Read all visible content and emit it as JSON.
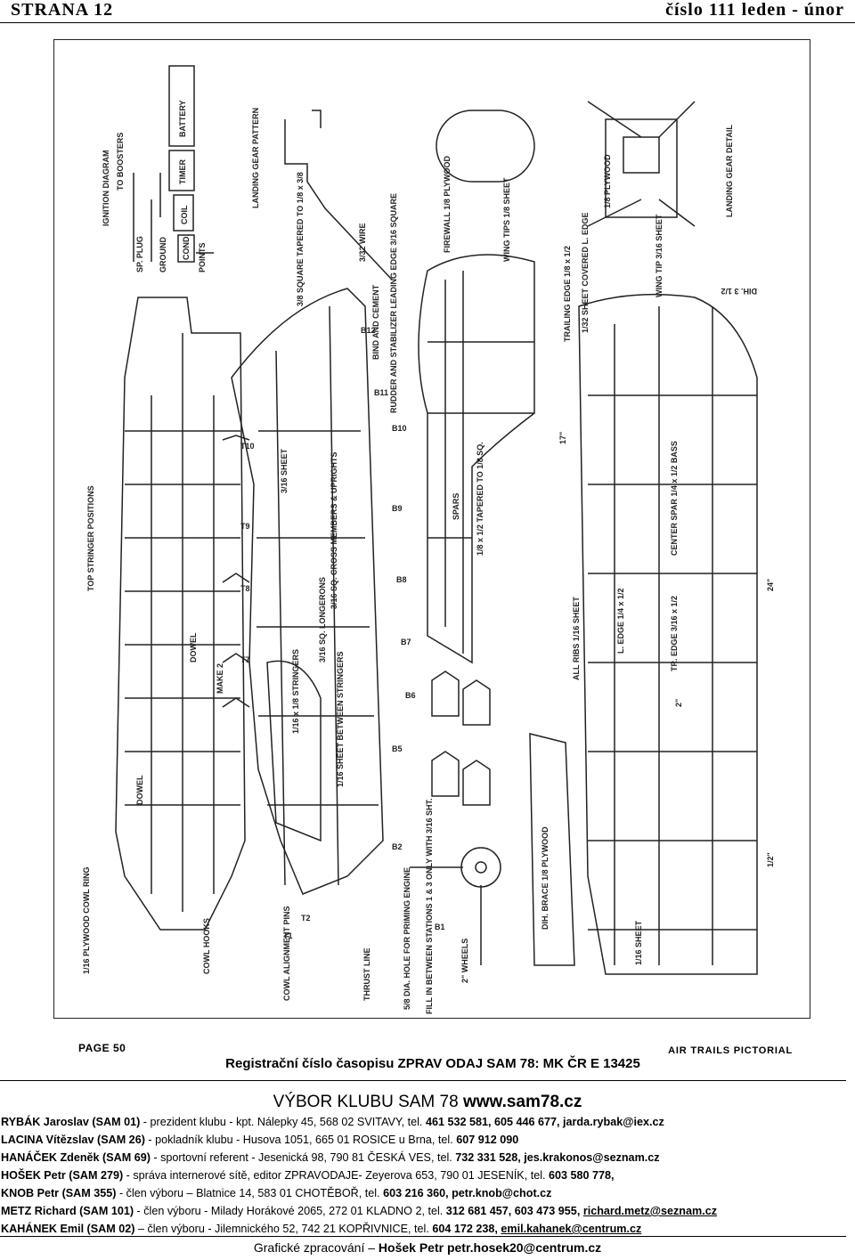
{
  "header": {
    "page_label": "STRANA 12",
    "issue_label": "číslo 111 leden - únor"
  },
  "plan": {
    "labels": {
      "ignition": "IGNITION DIAGRAM",
      "boosters": "TO BOOSTERS",
      "battery": "BATTERY",
      "timer": "TIMER",
      "coil": "COIL",
      "cond": "COND.",
      "points": "POINTS",
      "plug": "SP. PLUG",
      "ground": "GROUND",
      "lg_pattern": "LANDING GEAR PATTERN",
      "wire": "3/32 WIRE",
      "square_tapered": "3/8 SQUARE TAPERED TO 1/8 x 3/8",
      "firewall": "FIREWALL 1/8 PLYWOOD",
      "wing_tips_sheet": "WING TIPS 1/8 SHEET",
      "rudder": "RUDDER AND STABILIZER LEADING EDGE 3/16 SQUARE",
      "bind_cement": "BIND AND CEMENT",
      "trailing_edge": "TRAILING EDGE 1/8 x 1/2",
      "sheet_covered": "1/32 SHEET COVERED L. EDGE",
      "plywood_18": "1/8 PLYWOOD",
      "lg_detail": "LANDING GEAR DETAIL",
      "wing_tip": "WING TIP 3/16 SHEET",
      "dih": "DIH. 3 1/2",
      "top_stringer": "TOP STRINGER POSITIONS",
      "dowel": "DOWEL",
      "make2": "MAKE 2",
      "sheet_316": "3/16 SHEET",
      "sq_cross": "3/16 SQ. CROSS MEMBERS & UPRIGHTS",
      "sq_longerons": "3/16 SQ. LONGERONS",
      "stringers": "1/16 x 1/8 STRINGERS",
      "sheet_between": "1/16 SHEET BETWEEN STRINGERS",
      "spars": "SPARS",
      "tapered_sq": "1/8 x 1/2 TAPERED TO 1/8 SQ.",
      "center_spar": "CENTER SPAR 1/4 x 1/2 BASS",
      "ledge": "L. EDGE 1/4 x 1/2",
      "tredge": "TR. EDGE 3/16 x 1/2",
      "all_ribs": "ALL RIBS 1/16 SHEET",
      "dim_24": "24\"",
      "dim_17": "17\"",
      "dim_2": "2\"",
      "dim_half": "1/2\"",
      "sheet_116": "1/16 SHEET",
      "dih_brace": "DIH. BRACE 1/8 PLYWOOD",
      "fill_in": "FILL IN BETWEEN STATIONS 1 & 3 ONLY WITH 3/16 SHT.",
      "wheels": "2\" WHEELS",
      "priming": "5/8 DIA. HOLE FOR PRIMING ENGINE",
      "thrust": "THRUST LINE",
      "cowl_pins": "COWL ALIGNMENT PINS",
      "cowl_hooks": "COWL HOOKS",
      "cowl_ring": "1/16 PLYWOOD COWL RING",
      "stations": [
        "T1",
        "T2",
        "T7",
        "T8",
        "T9",
        "T10",
        "B1",
        "B2",
        "B5",
        "B6",
        "B7",
        "B8",
        "B9",
        "B10",
        "B11",
        "B12"
      ]
    }
  },
  "plan_page": "PAGE 50",
  "plan_publication": "AIR TRAILS PICTORIAL",
  "registration": "Registrační číslo časopisu ZPRAV ODAJ SAM 78: MK ČR E 13425",
  "committee": {
    "title_prefix": "VÝBOR KLUBU SAM 78 ",
    "title_url": "www.sam78.cz",
    "members": [
      {
        "name": "RYBÁK Jaroslav (SAM 01)",
        "role": " - prezident klubu - kpt. Nálepky 45, 568 02 SVITAVY, tel. ",
        "contact": "461 532 581, 605 446 677, jarda.rybak@iex.cz",
        "link": ""
      },
      {
        "name": "LACINA Vítězslav (SAM 26)",
        "role": " - pokladník klubu - Husova 1051, 665 01 ROSICE u Brna, tel. ",
        "contact": "607 912 090",
        "link": ""
      },
      {
        "name": "HANÁČEK Zdeněk (SAM 69)",
        "role": " - sportovní referent - Jesenická 98, 790 81 ČESKÁ VES, tel. ",
        "contact": "732 331 528, jes.krakonos@seznam.cz",
        "link": ""
      },
      {
        "name": "HOŠEK Petr (SAM 279)",
        "role": " - správa internerové sítě, editor ZPRAVODAJE- Zeyerova 653, 790 01 JESENÍK, tel. ",
        "contact": "603 580 778,",
        "link": ""
      },
      {
        "name": "KNOB Petr (SAM 355)",
        "role": " - člen výboru – Blatnice 14, 583 01 CHOTĚBOŘ, tel. ",
        "contact": "603 216 360, petr.knob@chot.cz",
        "link": ""
      },
      {
        "name": "METZ Richard (SAM 101)",
        "role": " - člen výboru - Milady Horákové 2065, 272 01 KLADNO 2, tel. ",
        "contact": "312 681 457, 603 473 955, ",
        "link": "richard.metz@seznam.cz"
      },
      {
        "name": "KAHÁNEK Emil (SAM 02)",
        "role": " – člen výboru - Jilemnického 52, 742 21 KOPŘIVNICE, tel. ",
        "contact": "604 172 238, ",
        "link": "emil.kahanek@centrum.cz"
      }
    ]
  },
  "footer": {
    "prefix": "Grafické zpracování – ",
    "author": "Hošek Petr petr.hosek20@centrum.cz"
  }
}
